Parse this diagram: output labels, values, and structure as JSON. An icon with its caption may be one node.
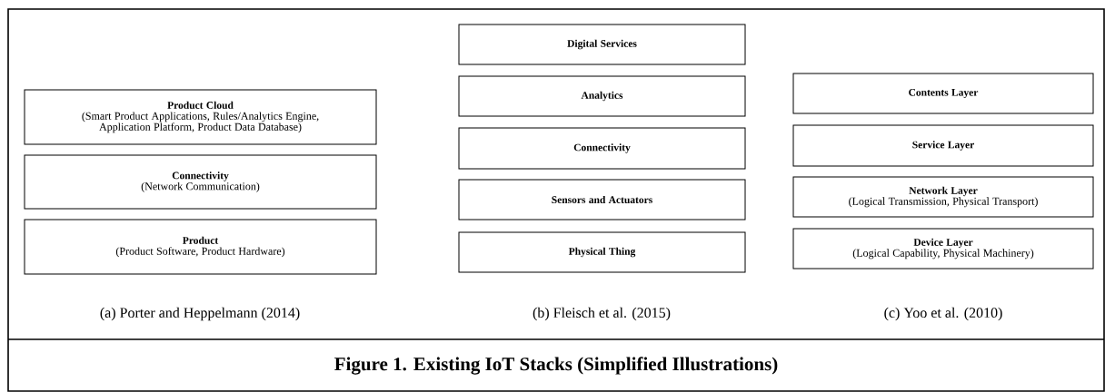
{
  "diagram": {
    "caption": "Figure 1. Existing IoT Stacks (Simplified Illustrations)",
    "nodes": [
      {
        "text": [
          "Product Cloud",
          "(Smart Product Applications, Rules/Analytics Engine, Application Platform, Product Data Database)"
        ]
      },
      {
        "text": [
          "Connectivity",
          "(Network Communication)"
        ]
      },
      {
        "text": [
          "Product",
          "(Product Software, Product Hardware)"
        ]
      },
      {
        "text": [
          "Digital Services"
        ]
      },
      {
        "text": [
          "Analytics"
        ]
      },
      {
        "text": [
          "Connectivity"
        ]
      },
      {
        "text": [
          "Sensors and Actuators"
        ]
      },
      {
        "text": [
          "Physical Thing"
        ]
      },
      {
        "text": [
          "Contents Layer"
        ]
      },
      {
        "text": [
          "Service Layer"
        ]
      },
      {
        "text": [
          "Network Layer",
          "(Logical Transmission, Physical Transport)"
        ]
      },
      {
        "text": [
          "Device Layer",
          "(Logical Capability, Physical Machinery)"
        ]
      }
    ],
    "labels": [
      "(a) Porter and Heppelmann (2014)",
      "(b) Fleisch et al. (2015)",
      "(c) Yoo et al. (2010)"
    ]
  }
}
